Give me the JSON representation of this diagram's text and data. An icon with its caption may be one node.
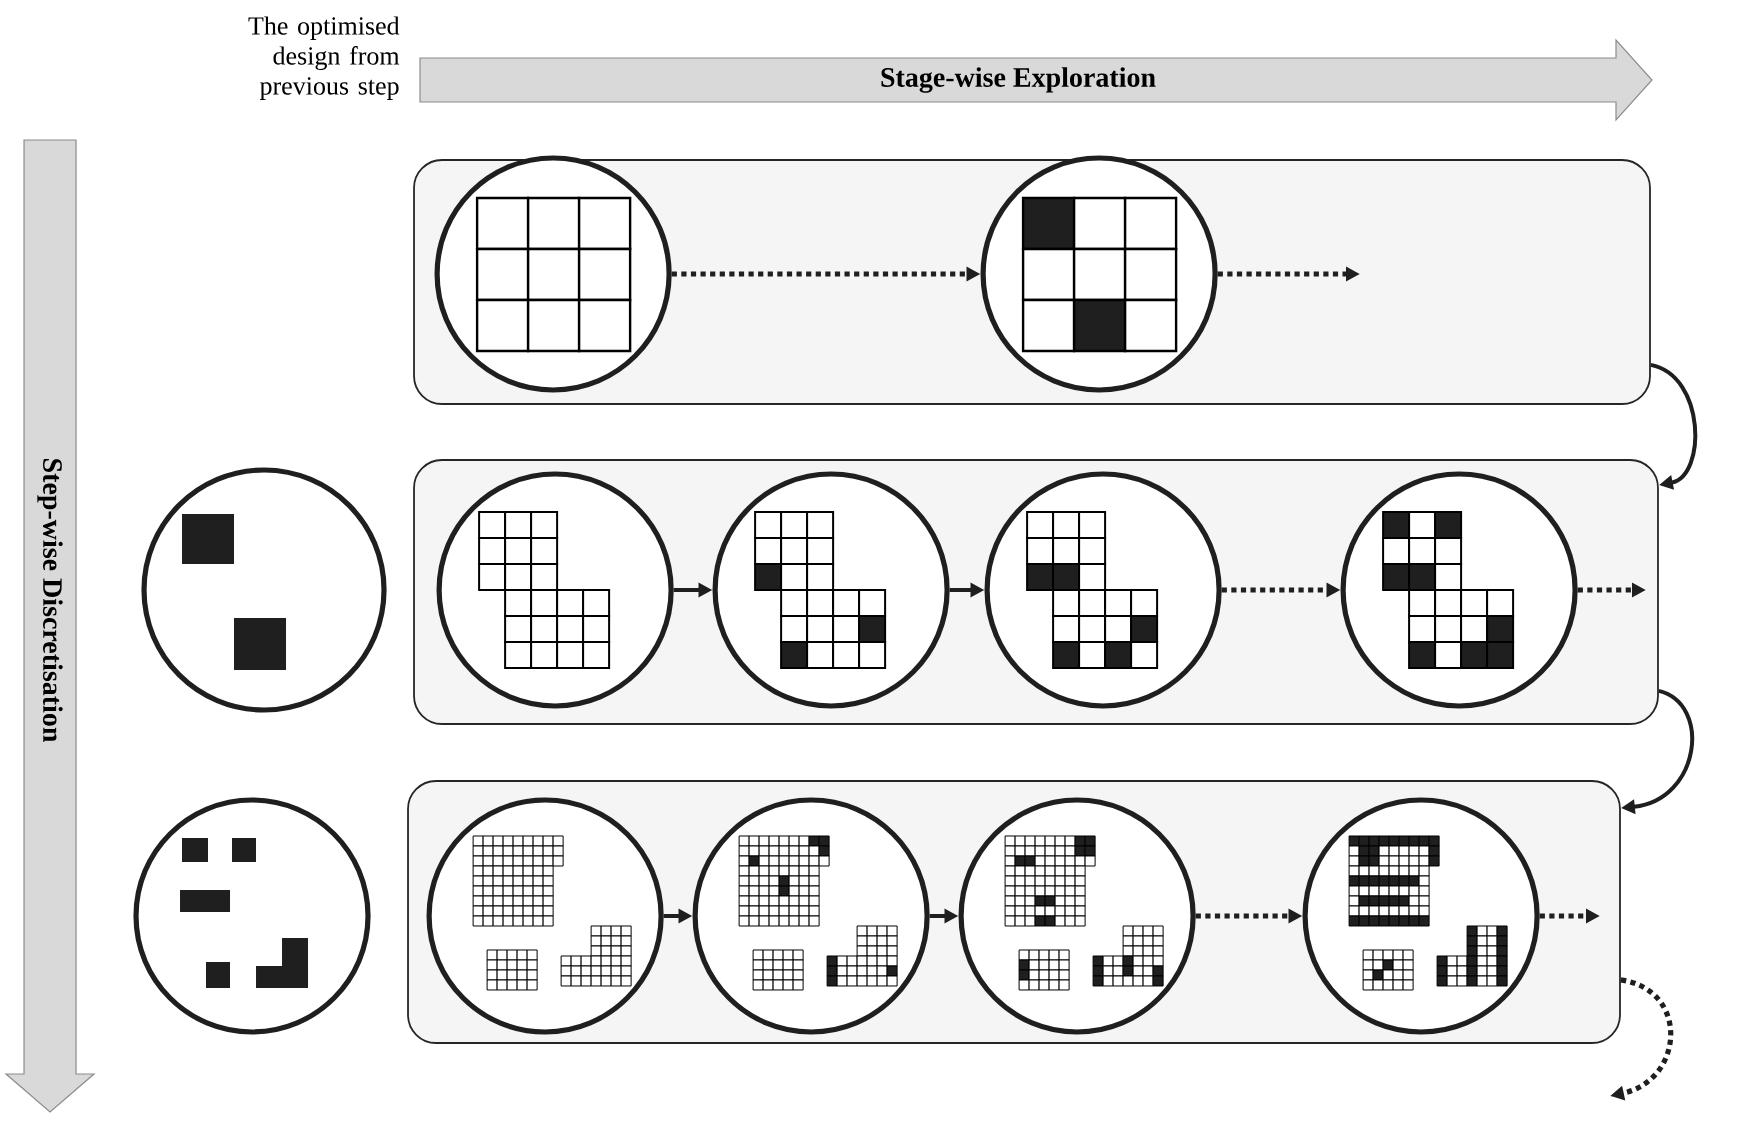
{
  "diagram": {
    "nodes": [
      {
        "text": [],
        "shape": "box"
      },
      {
        "text": [],
        "shape": "circle",
        "in": 0
      },
      {
        "text": [],
        "shape": "circle",
        "in": 0
      },
      {
        "text": [],
        "shape": "box"
      },
      {
        "text": [],
        "shape": "circle"
      },
      {
        "text": [],
        "shape": "circle",
        "in": 3
      },
      {
        "text": [],
        "shape": "circle",
        "in": 3
      },
      {
        "text": [],
        "shape": "circle",
        "in": 3
      },
      {
        "text": [],
        "shape": "circle",
        "in": 3
      },
      {
        "text": [],
        "shape": "box"
      },
      {
        "text": [],
        "shape": "circle"
      },
      {
        "text": [],
        "shape": "circle",
        "in": 9
      },
      {
        "text": [],
        "shape": "circle",
        "in": 9
      },
      {
        "text": [],
        "shape": "circle",
        "in": 9
      },
      {
        "text": [],
        "shape": "circle",
        "in": 9
      }
    ],
    "edges": [
      {
        "from": 1,
        "to": 2,
        "arrow": "to",
        "style": "dashed"
      },
      {
        "from": 2,
        "to": null,
        "arrow": "to",
        "style": "dashed"
      },
      {
        "from": 0,
        "to": 3,
        "arrow": "to"
      },
      {
        "from": 5,
        "to": 6,
        "arrow": "to"
      },
      {
        "from": 6,
        "to": 7,
        "arrow": "to"
      },
      {
        "from": 7,
        "to": 8,
        "arrow": "to",
        "style": "dashed"
      },
      {
        "from": 8,
        "to": null,
        "arrow": "to",
        "style": "dashed"
      },
      {
        "from": 3,
        "to": 9,
        "arrow": "to"
      },
      {
        "from": 11,
        "to": 12,
        "arrow": "to"
      },
      {
        "from": 12,
        "to": 13,
        "arrow": "to"
      },
      {
        "from": 13,
        "to": 14,
        "arrow": "to",
        "style": "dashed"
      },
      {
        "from": 14,
        "to": null,
        "arrow": "to",
        "style": "dashed"
      },
      {
        "from": 9,
        "to": null,
        "arrow": "to",
        "style": "dashed"
      }
    ],
    "labels": [
      "The optimised design from previous step",
      "Stage-wise Exploration",
      "Step-wise Discretisation"
    ]
  }
}
